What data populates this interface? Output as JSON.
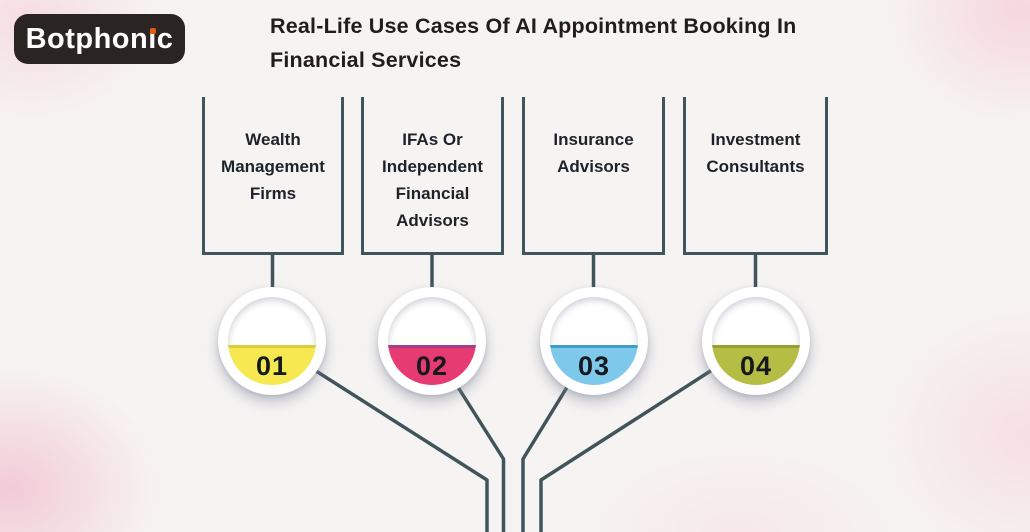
{
  "page": {
    "background_color": "#f6f4f3",
    "connector_color": "#42545b"
  },
  "logo": {
    "full_text": "Botphonic",
    "text_before_i": "Botphon",
    "dotless_i": "ı",
    "text_after_i": "c",
    "background_color": "#2a2523",
    "text_color": "#ffffff",
    "i_dot_color": "#e55c0d"
  },
  "title": {
    "lines": [
      "Real-Life Use Cases Of AI Appointment Booking In",
      "Financial Services"
    ],
    "color": "#221c1d"
  },
  "nodes": [
    {
      "label": "Wealth Management Firms",
      "number": "01",
      "fill_color": "#f5e851",
      "edge_color": "#ddca41"
    },
    {
      "label": "IFAs Or Independent Financial Advisors",
      "number": "02",
      "fill_color": "#e63a72",
      "edge_color": "#a53b8b"
    },
    {
      "label": "Insurance Advisors",
      "number": "03",
      "fill_color": "#7ec8ec",
      "edge_color": "#3f9ec9"
    },
    {
      "label": "Investment Consultants",
      "number": "04",
      "fill_color": "#b5bd44",
      "edge_color": "#96a230"
    }
  ]
}
